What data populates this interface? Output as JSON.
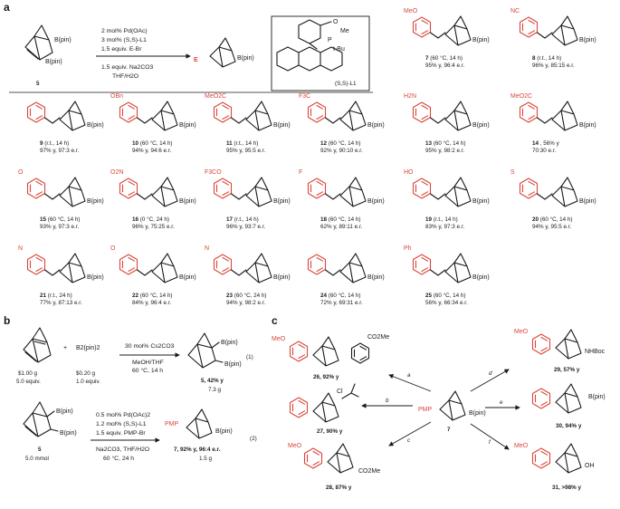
{
  "panels": {
    "a": "a",
    "b": "b",
    "c": "c"
  },
  "scheme_a": {
    "start_number": "5",
    "bpin": "B(pin)",
    "conditions_top": [
      "2 mol% Pd(OAc)",
      "3 mol% (S,S)-L1",
      "1.5 equiv. E-Br"
    ],
    "conditions_bottom": [
      "1.5 equiv. Na2CO3",
      "THF/H2O"
    ],
    "product_E": "E",
    "ligand_label": "(S,S)-L1",
    "ligand_me": "Me",
    "ligand_tbu": "t-Bu",
    "ligand_P": "P",
    "ligand_O": "O"
  },
  "products": [
    {
      "no": "7",
      "cond": "(60 °C, 14 h)",
      "result": "95% y, 96:4 e.r.",
      "group": "MeO"
    },
    {
      "no": "8",
      "cond": "(r.t., 14 h)",
      "result": "96% y, 85:15 e.r.",
      "group": "NC"
    },
    {
      "no": "9",
      "cond": "(r.t., 14 h)",
      "result": "97% y, 97:3 e.r.",
      "group": ""
    },
    {
      "no": "10",
      "cond": "(60 °C, 14 h)",
      "result": "94% y, 94:6 e.r.",
      "group": "OBn"
    },
    {
      "no": "11",
      "cond": "(r.t., 14 h)",
      "result": "95% y, 95:5 e.r.",
      "group": "MeO2C"
    },
    {
      "no": "12",
      "cond": "(60 °C, 14 h)",
      "result": "92% y, 90:10 e.r.",
      "group": "F3C"
    },
    {
      "no": "13",
      "cond": "(60 °C, 14 h)",
      "result": "95% y, 98:2 e.r.",
      "group": "H2N"
    },
    {
      "no": "14",
      "cond": ", 56% y",
      "result": "70:30 e.r.",
      "group": "MeO2C"
    },
    {
      "no": "15",
      "cond": "(60 °C, 14 h)",
      "result": "93% y, 97:3 e.r.",
      "group": "O"
    },
    {
      "no": "16",
      "cond": "(0 °C, 24 h)",
      "result": "96% y, 75:25 e.r.",
      "group": "O2N"
    },
    {
      "no": "17",
      "cond": "(r.t., 14 h)",
      "result": "96% y, 93:7 e.r.",
      "group": "F3CO"
    },
    {
      "no": "18",
      "cond": "(60 °C, 14 h)",
      "result": "62% y, 89:11 e.r.",
      "group": "F"
    },
    {
      "no": "19",
      "cond": "(r.t., 14 h)",
      "result": "83% y, 97:3 e.r.",
      "group": "HO"
    },
    {
      "no": "20",
      "cond": "(60 °C, 14 h)",
      "result": "94% y, 95:5 e.r.",
      "group": "S"
    },
    {
      "no": "21",
      "cond": "(r.t., 24 h)",
      "result": "77% y, 87:13 e.r.",
      "group": "N"
    },
    {
      "no": "22",
      "cond": "(60 °C, 14 h)",
      "result": "84% y, 96:4 e.r.",
      "group": "O"
    },
    {
      "no": "23",
      "cond": "(60 °C, 24 h)",
      "result": "94% y, 98:2 e.r.",
      "group": "N"
    },
    {
      "no": "24",
      "cond": "(60 °C, 14 h)",
      "result": "72% y, 69:31 e.r.",
      "group": ""
    },
    {
      "no": "25",
      "cond": "(60 °C, 14 h)",
      "result": "56% y, 66:34 e.r.",
      "group": "Ph"
    }
  ],
  "scheme_b": {
    "reactant1_price": "$1.00 g",
    "reactant1_equiv": "5.0 equiv.",
    "plus": "+",
    "reagent2": "B2(pin)2",
    "reagent2_price": "$0.20 g",
    "reagent2_equiv": "1.0 equiv.",
    "cond1": [
      "30 mol% Cs2CO3",
      "MeOH/THF",
      "60 °C, 14 h"
    ],
    "prod1": "5, 42% y",
    "prod1_mass": "7.3 g",
    "eq1": "(1)",
    "start2": "5",
    "start2_amount": "5.0 mmol",
    "cond2_top": [
      "0.5 mol% Pd(OAc)2",
      "1.2 mol% (S,S)-L1",
      "1.5 equiv. PMP-Br"
    ],
    "cond2_bottom": [
      "Na2CO3, THF/H2O",
      "60 °C, 24 h"
    ],
    "prod2": "7, 92% y, 96:4 e.r.",
    "prod2_mass": "1.5 g",
    "eq2": "(2)",
    "pmp": "PMP"
  },
  "scheme_c": {
    "center": "7",
    "pmp": "PMP",
    "bpin": "B(pin)",
    "steps": [
      "a",
      "b",
      "c",
      "d",
      "e",
      "f"
    ],
    "p26": "26, 92% y",
    "p27": "27, 90% y",
    "p28": "28, 87% y",
    "p29": "29, 57% y",
    "p30": "30, 94% y",
    "p31": "31, >98% y",
    "co2me": "CO2Me",
    "nhboc": "NHBoc",
    "cl": "Cl",
    "oh": "OH",
    "meo": "MeO"
  }
}
